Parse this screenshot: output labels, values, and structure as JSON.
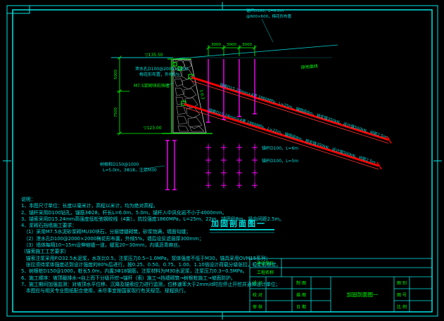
{
  "sheet": {
    "bg": "#000000",
    "frame_color": "#00e5e5"
  },
  "title": {
    "main": "加固剖面图一"
  },
  "dims": {
    "left_upper": "5000",
    "left_lower": "7500",
    "top": [
      "3000",
      "3000",
      "3000"
    ]
  },
  "labels": {
    "weephole_1": "泄水孔D100@2000×2000",
    "weephole_2": "梅花形布置，外倾5%",
    "wall_material": "M7.5浆砌块石挡墙",
    "batter": "1:0.3",
    "elev_top": "▽135.50",
    "elev_base": "▽123.00",
    "ground": "原地面线",
    "topright_1": "锚杆D100，L=6.0m",
    "topright_2": "@600×600，梅花形布置",
    "anchor_a": "锚索D15.24mm×4束 1860MPa，L=25m，锚固段8m，锁定值350kN，设计值500kN，间距2.5m",
    "anchor_b": "锚索D15.24mm×4束 1860MPa，L=22m，锚固段8m，锁定值350kN，设计值500kN，间距2.5m",
    "nail_row_1": "锚杆D100，L=6m",
    "nail_row_2": "锚杆D100，L=5m",
    "root_pile_1": "树根桩D150@1000",
    "root_pile_2": "L=5.0m，3Φ18，注浆M30"
  },
  "notes": {
    "heading": "说明：",
    "lines": [
      "1、本图尺寸单位：长度以毫米计，高程以米计，均为绝对高程。",
      "2、锚杆采用D100钻孔，锚筋3Φ28，杆长L=6.0m、5.0m，锚杆入中风化岩不小于4000mm。",
      "3、锚索采用D15.24mm高强度低松弛钢绞线（4束），抗拉强度1860MPa，L=25m、22m，锚固段8m，竖向间距2.5m。",
      "4、浆砌石挡墙施工要求：",
      "　（1）采用M7.5水泥砂浆砌MU30块石，分层错缝砌筑，砂浆饱满，墙面勾缝；",
      "　（2）泄水孔D100@2000×2000梅花形布置，外倾5%，墙后设反滤层厚300mm；",
      "　（3）墙体每隔10~15m设伸缩缝一道，缝宽20~30mm，内填沥青麻丝。",
      "（锚索施工工艺要求）",
      "　锚索注浆采用P.O32.5水泥浆，水灰比0.5，注浆压力0.5~1.0MPa，浆体强度不低于M30，锚具采用OVM15系列；",
      "　张拉须待浆体强度达到设计强度的80%后进行，按0.25、0.50、0.75、1.00、1.10倍设计荷载分级张拉，稳定后锁定。",
      "5、树根桩D150@1000，桩长5.0m，内置3Φ18钢筋，注浆材料为M30水泥浆，注浆压力0.3~0.5MPa。",
      "6、施工顺序：坡顶截排水→自上而下分级开挖→锚杆（索）施工→挡墙砌筑→树根桩施工→坡面防护。",
      "7、施工期间加强监测：对坡顶水平位移、沉降及锚索应力进行监测，位移速率大于2mm/d时应停止开挖并通知设计单位；",
      "　本图应与相关专业图纸配合使用，未尽事宜按国家现行有关规范、规程执行。"
    ]
  },
  "titleblock": {
    "owner_label": "建设单位",
    "project_label": "工程名称",
    "col1": [
      "设  计",
      "校  对",
      "审  核"
    ],
    "col2": [
      "制  图",
      "描  图",
      "日  期"
    ],
    "col3": [
      "图  别",
      "图  号",
      "比  例"
    ],
    "drawing_title": "加固剖面图一"
  }
}
